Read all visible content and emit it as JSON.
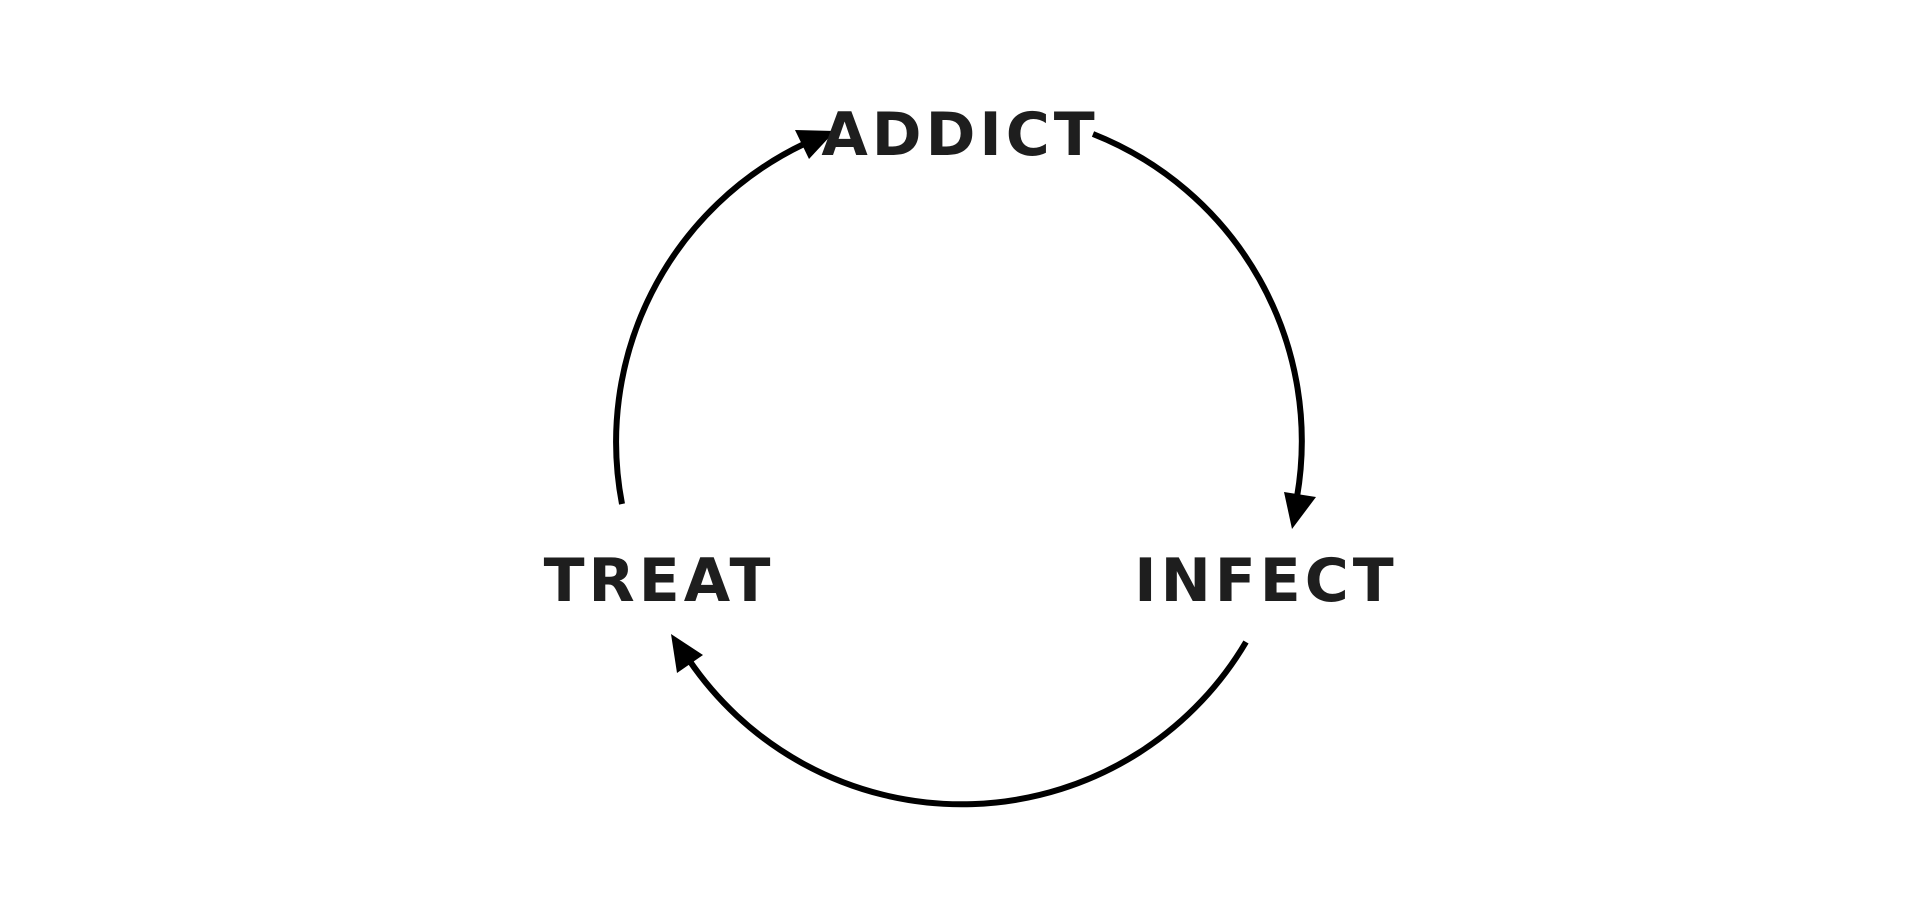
{
  "diagram": {
    "nodes": [
      {
        "id": "addict",
        "label": "ADDICT"
      },
      {
        "id": "infect",
        "label": "INFECT"
      },
      {
        "id": "treat",
        "label": "TREAT"
      }
    ],
    "edges": [
      {
        "from": "addict",
        "to": "infect"
      },
      {
        "from": "infect",
        "to": "treat"
      },
      {
        "from": "treat",
        "to": "addict"
      }
    ],
    "colors": {
      "stroke": "#000000",
      "text": "#1e1e1e",
      "background": "#ffffff"
    }
  }
}
